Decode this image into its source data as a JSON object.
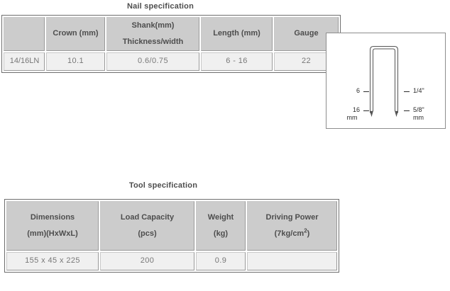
{
  "nail_section": {
    "title": "Nail specification",
    "table": {
      "headers": [
        {
          "line1": "",
          "line2": ""
        },
        {
          "line1": "Crown (mm)",
          "line2": ""
        },
        {
          "line1": "Shank(mm)",
          "line2": "Thickness/width"
        },
        {
          "line1": "Length (mm)",
          "line2": ""
        },
        {
          "line1": "Gauge",
          "line2": ""
        }
      ],
      "rows": [
        [
          "14/16LN",
          "10.1",
          "0.6/0.75",
          "6 - 16",
          "22"
        ]
      ]
    }
  },
  "staple_figure": {
    "labels": {
      "left_top": "6",
      "left_bottom": "16",
      "left_bottom_unit": "mm",
      "right_top": "1/4\"",
      "right_bottom": "5/8\"",
      "right_bottom_unit": "mm"
    },
    "colors": {
      "outline": "#555555",
      "border": "#8d8d8d"
    }
  },
  "tool_section": {
    "title": "Tool specification",
    "table": {
      "headers": [
        {
          "line1": "Dimensions",
          "line2": "(mm)(HxWxL)"
        },
        {
          "line1": "Load Capacity",
          "line2": "(pcs)"
        },
        {
          "line1": "Weight",
          "line2": "(kg)"
        },
        {
          "line1": "Driving Power",
          "line2_prefix": "(7kg/cm",
          "line2_sup": "2",
          "line2_suffix": ")"
        }
      ],
      "rows": [
        [
          "155 x 45 x 225",
          "200",
          "0.9",
          ""
        ]
      ]
    }
  },
  "colors": {
    "header_bg": "#cccccc",
    "cell_bg": "#f0f0f0",
    "title_text": "#4d4d4d",
    "cell_text": "#777777",
    "outer_border": "#6e6e6e"
  }
}
